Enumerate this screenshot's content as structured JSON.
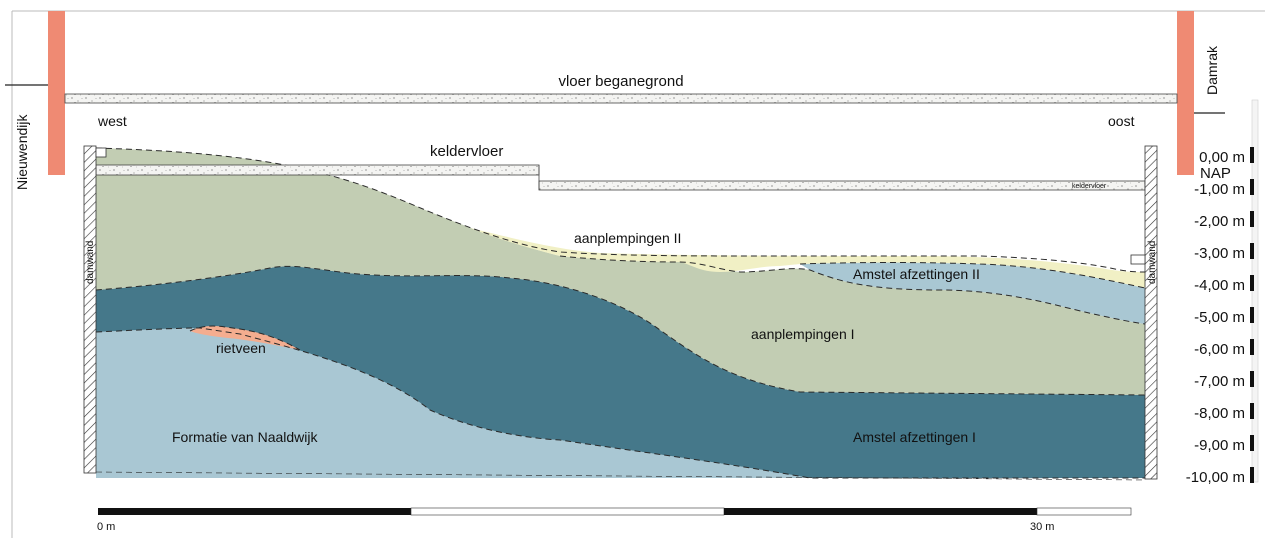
{
  "labels": {
    "floor_ground": "vloer beganegrond",
    "west": "west",
    "east": "oost",
    "cellar_floor": "keldervloer",
    "cellar_floor_small": "keldervloer",
    "sheet_pile_left": "damwand",
    "sheet_pile_right": "damwand",
    "street_left": "Nieuwendijk",
    "street_right": "Damrak",
    "nap": "NAP"
  },
  "layers": [
    {
      "id": "formatie-van-naaldwijk",
      "label": "Formatie van Naaldwijk",
      "color": "#a9c7d3"
    },
    {
      "id": "rietveen",
      "label": "rietveen",
      "color": "#f4ad8f"
    },
    {
      "id": "amstel-afzettingen-i",
      "label": "Amstel afzettingen I",
      "color": "#45788a"
    },
    {
      "id": "aanplempingen-i",
      "label": "aanplempingen I",
      "color": "#c2cdb3"
    },
    {
      "id": "amstel-afzettingen-ii",
      "label": "Amstel afzettingen II",
      "color": "#a9c7d3"
    },
    {
      "id": "aanplempingen-ii",
      "label": "aanplempingen II",
      "color": "#f1f0c5"
    }
  ],
  "colors": {
    "street_bar": "#ef8a73",
    "outline": "#2a2a2a",
    "slab_fill": "#f4f4f2"
  },
  "depth_scale": {
    "unit": "m",
    "ticks": [
      "0,00 m",
      "-1,00 m",
      "-2,00 m",
      "-3,00 m",
      "-4,00 m",
      "-5,00 m",
      "-6,00 m",
      "-7,00 m",
      "-8,00 m",
      "-9,00 m",
      "-10,00 m"
    ]
  },
  "scale_bar": {
    "start_label": "0 m",
    "end_label": "30 m"
  }
}
